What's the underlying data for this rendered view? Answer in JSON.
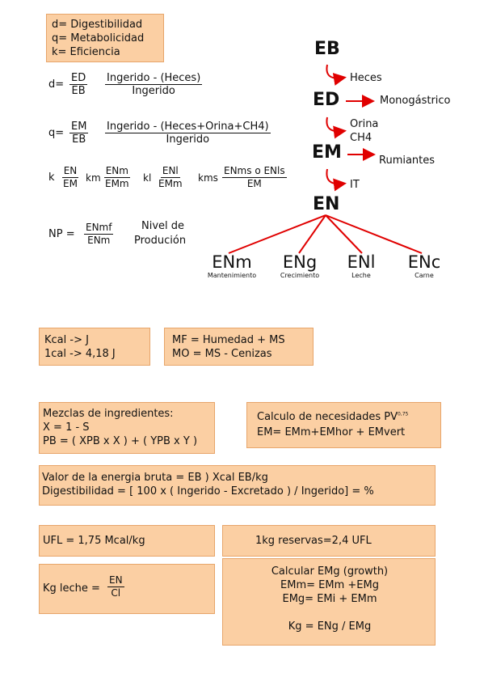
{
  "definitions": [
    "d= Digestibilidad",
    "q= Metabolicidad",
    "k= Eficiencia"
  ],
  "formula_d": {
    "lhs": "d=",
    "frac_num": "ED",
    "frac_den": "EB",
    "num": "Ingerido - (Heces)",
    "den": "Ingerido"
  },
  "formula_q": {
    "lhs": "q=",
    "frac_num": "EM",
    "frac_den": "EB",
    "num": "Ingerido - (Heces+Orina+CH4)",
    "den": "Ingerido"
  },
  "formula_k": {
    "k": "k",
    "f1n": "EN",
    "f1d": "EM",
    "km": "km",
    "f2n": "ENm",
    "f2d": "EMm",
    "kl": "kl",
    "f3n": "ENl",
    "f3d": "EMm",
    "kms": "kms",
    "f4n": "ENms o ENls",
    "f4d": "EM"
  },
  "formula_np": {
    "lhs": "NP =",
    "num": "ENmf",
    "den": "ENm",
    "note1": "Nivel de",
    "note2": "Produción"
  },
  "tree": {
    "eb": "EB",
    "ed": "ED",
    "em": "EM",
    "en": "EN",
    "heces": "Heces",
    "monogastrico": "Monogástrico",
    "orina": "Orina",
    "ch4": "CH4",
    "rumiantes": "Rumiantes",
    "it": "IT",
    "leaves": [
      {
        "label": "ENm",
        "sub": "Mantenimiento"
      },
      {
        "label": "ENg",
        "sub": "Crecimiento"
      },
      {
        "label": "ENl",
        "sub": "Leche"
      },
      {
        "label": "ENc",
        "sub": "Carne"
      }
    ]
  },
  "units": [
    "Kcal -> J",
    "1cal -> 4,18 J"
  ],
  "matter": [
    "MF = Humedad + MS",
    "MO = MS - Cenizas"
  ],
  "mezclas": [
    "Mezclas de ingredientes:",
    "X = 1 - S",
    "PB = ( XPB x X ) + ( YPB x Y )"
  ],
  "necesidades": {
    "line1": "Calculo de necesidades PV",
    "sup": "0,75",
    "line2": "EM= EMm+EMhor + EMvert"
  },
  "energia": [
    "Valor de la energia bruta = EB ) Xcal EB/kg",
    "Digestibilidad =  [ 100 x ( Ingerido - Excretado ) / Ingerido]  =  %"
  ],
  "ufl": "UFL = 1,75 Mcal/kg",
  "reservas": "1kg reservas=2,4 UFL",
  "leche": {
    "lhs": "Kg leche =",
    "num": "EN",
    "den": "Cl"
  },
  "emg": [
    "Calcular EMg (growth)",
    "EMm= EMm +EMg",
    "EMg= EMi + EMm",
    "Kg = ENg / EMg"
  ],
  "colors": {
    "box": "#fbcfa3",
    "arrow": "#e00000"
  }
}
